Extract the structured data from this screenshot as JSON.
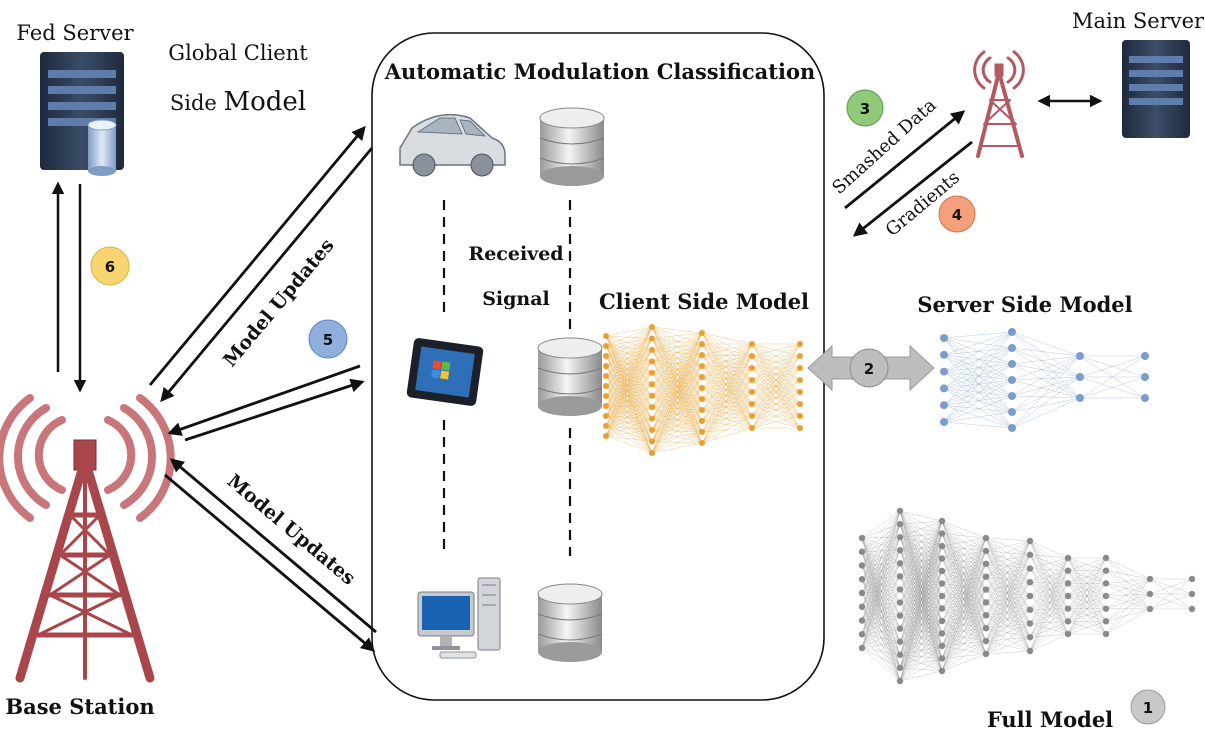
{
  "labels": {
    "fed_server": "Fed Server",
    "global_client_line1": "Global Client",
    "global_client_line2_a": "Side",
    "global_client_line2_b": "Model",
    "amc_title": "Automatic Modulation Classification",
    "received_signal_line1": "Received",
    "received_signal_line2": "Signal",
    "client_side_model": "Client Side Model",
    "server_side_model": "Server Side Model",
    "main_server": "Main Server",
    "smashed_data": "Smashed Data",
    "gradients": "Gradients",
    "model_updates_upper": "Model Updates",
    "model_updates_lower": "Model Updates",
    "base_station": "Base Station",
    "full_model": "Full Model"
  },
  "badges": [
    {
      "id": "1",
      "text": "1",
      "color": "#c8c8c8"
    },
    {
      "id": "2",
      "text": "2",
      "color": "#bdbdbd"
    },
    {
      "id": "3",
      "text": "3",
      "color": "#8fc97a"
    },
    {
      "id": "4",
      "text": "4",
      "color": "#f4a07d"
    },
    {
      "id": "5",
      "text": "5",
      "color": "#8fb0de"
    },
    {
      "id": "6",
      "text": "6",
      "color": "#f8d571"
    }
  ],
  "colors": {
    "client_net": "#e8a030",
    "server_net": "#7d9cc9",
    "full_net": "#8a8a8a",
    "tower": "#a8464c",
    "server_body": "#2e3e56"
  },
  "icons": {
    "client_devices": [
      "car-icon",
      "tablet-icon",
      "desktop-computer-icon"
    ],
    "databases": [
      "database-icon",
      "database-icon",
      "database-icon"
    ]
  }
}
